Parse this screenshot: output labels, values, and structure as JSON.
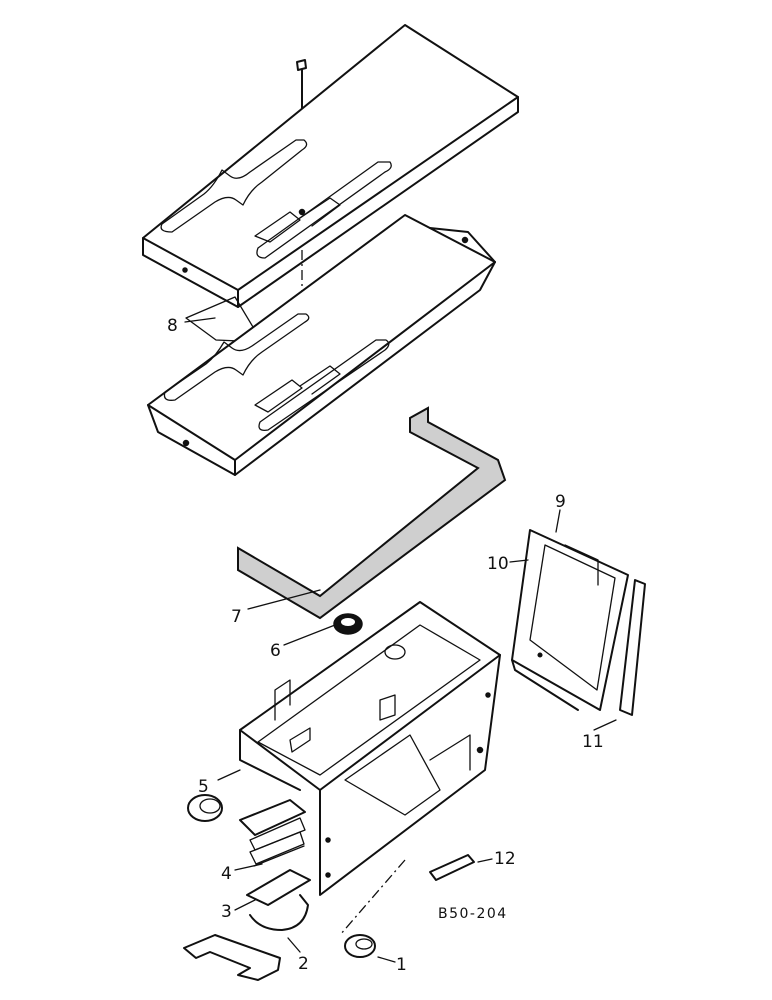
{
  "diagram": {
    "callouts": [
      {
        "id": "c1",
        "label": "1"
      },
      {
        "id": "c2",
        "label": "2"
      },
      {
        "id": "c3",
        "label": "3"
      },
      {
        "id": "c4",
        "label": "4"
      },
      {
        "id": "c5",
        "label": "5"
      },
      {
        "id": "c6",
        "label": "6"
      },
      {
        "id": "c7",
        "label": "7"
      },
      {
        "id": "c8",
        "label": "8"
      },
      {
        "id": "c9",
        "label": "9"
      },
      {
        "id": "c10",
        "label": "10"
      },
      {
        "id": "c11",
        "label": "11"
      },
      {
        "id": "c12",
        "label": "12"
      }
    ],
    "reference_code": "B50-204"
  }
}
